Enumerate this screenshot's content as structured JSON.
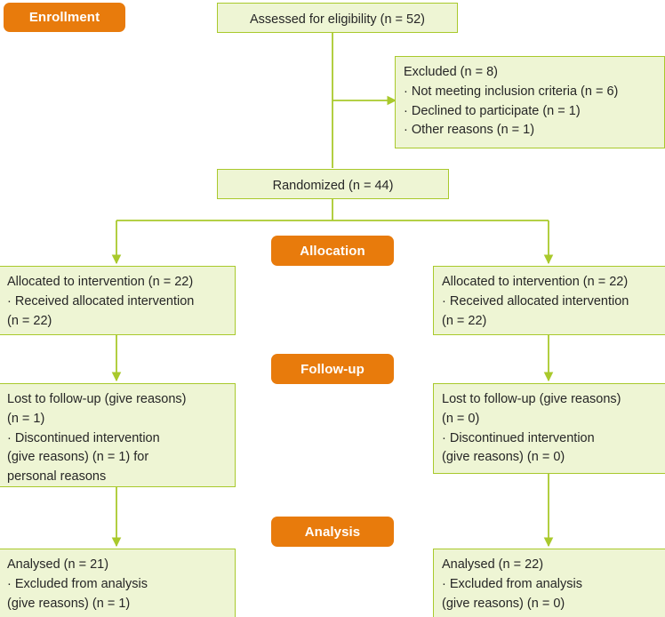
{
  "diagram": {
    "title": "CONSORT participant flow diagram",
    "colors": {
      "box_fill": "#eef5d4",
      "box_border": "#a9c92c",
      "banner_fill": "#e87b0c",
      "banner_text": "#ffffff",
      "connector": "#a9c92c",
      "text": "#262626"
    }
  },
  "banners": {
    "enrollment": "Enrollment",
    "allocation": "Allocation",
    "followup": "Follow-up",
    "analysis": "Analysis"
  },
  "nodes": {
    "assessed": "Assessed for eligibility (n = 52)",
    "excluded": "Excluded (n = 8)\n· Not meeting inclusion criteria (n = 6)\n· Declined to participate (n = 1)\n· Other reasons (n = 1)",
    "randomized": "Randomized (n = 44)",
    "allocated_left": "Allocated to intervention (n = 22)\n· Received allocated intervention\n  (n = 22)",
    "allocated_right": "Allocated to intervention (n = 22)\n· Received allocated intervention\n  (n = 22)",
    "lost_left": "Lost to follow-up (give reasons)\n(n = 1)\n· Discontinued intervention\n  (give reasons) (n = 1) for\n  personal reasons",
    "lost_right": "Lost to follow-up (give reasons)\n(n = 0)\n· Discontinued intervention\n  (give reasons) (n = 0)",
    "analysed_left": "Analysed (n = 21)\n· Excluded from analysis\n  (give reasons) (n = 1)",
    "analysed_right": "Analysed (n = 22)\n· Excluded from analysis\n  (give reasons) (n = 0)"
  },
  "flow_data": {
    "type": "flowchart",
    "assessed_n": 52,
    "excluded_n": 8,
    "excluded_reasons": [
      {
        "label": "Not meeting inclusion criteria",
        "n": 6
      },
      {
        "label": "Declined to participate",
        "n": 1
      },
      {
        "label": "Other reasons",
        "n": 1
      }
    ],
    "randomized_n": 44,
    "arms": [
      {
        "allocated_n": 22,
        "received_n": 22,
        "lost_n": 1,
        "discontinued_n": 1,
        "analysed_n": 21,
        "excluded_from_analysis_n": 1
      },
      {
        "allocated_n": 22,
        "received_n": 22,
        "lost_n": 0,
        "discontinued_n": 0,
        "analysed_n": 22,
        "excluded_from_analysis_n": 0
      }
    ]
  }
}
